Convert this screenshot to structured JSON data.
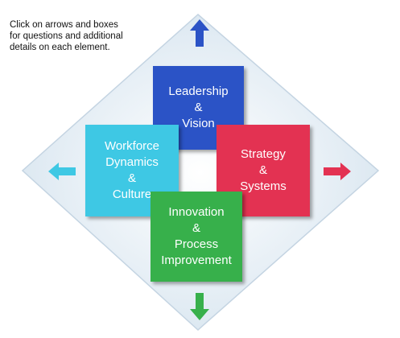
{
  "instructions": "Click on arrows and  boxes\nfor questions and additional\ndetails on each element.",
  "boxes": {
    "leadership": {
      "label": "Leadership\n&\nVision",
      "color": "#2b53c6"
    },
    "workforce": {
      "label": "Workforce\nDynamics\n&\nCulture",
      "color": "#3ec8e4"
    },
    "strategy": {
      "label": "Strategy\n&\nSystems",
      "color": "#e33252"
    },
    "innovation": {
      "label": "Innovation\n&\nProcess\nImprovement",
      "color": "#37b04b"
    }
  },
  "arrows": {
    "up": {
      "icon": "arrow-up-icon",
      "color": "#2b53c6"
    },
    "left": {
      "icon": "arrow-left-icon",
      "color": "#3ec8e4"
    },
    "right": {
      "icon": "arrow-right-icon",
      "color": "#e33252"
    },
    "down": {
      "icon": "arrow-down-icon",
      "color": "#37b04b"
    }
  },
  "colors": {
    "diamond_fill_center": "#ffffff",
    "diamond_fill_edge": "#d6e4ef",
    "diamond_border": "#c4d4e2"
  }
}
